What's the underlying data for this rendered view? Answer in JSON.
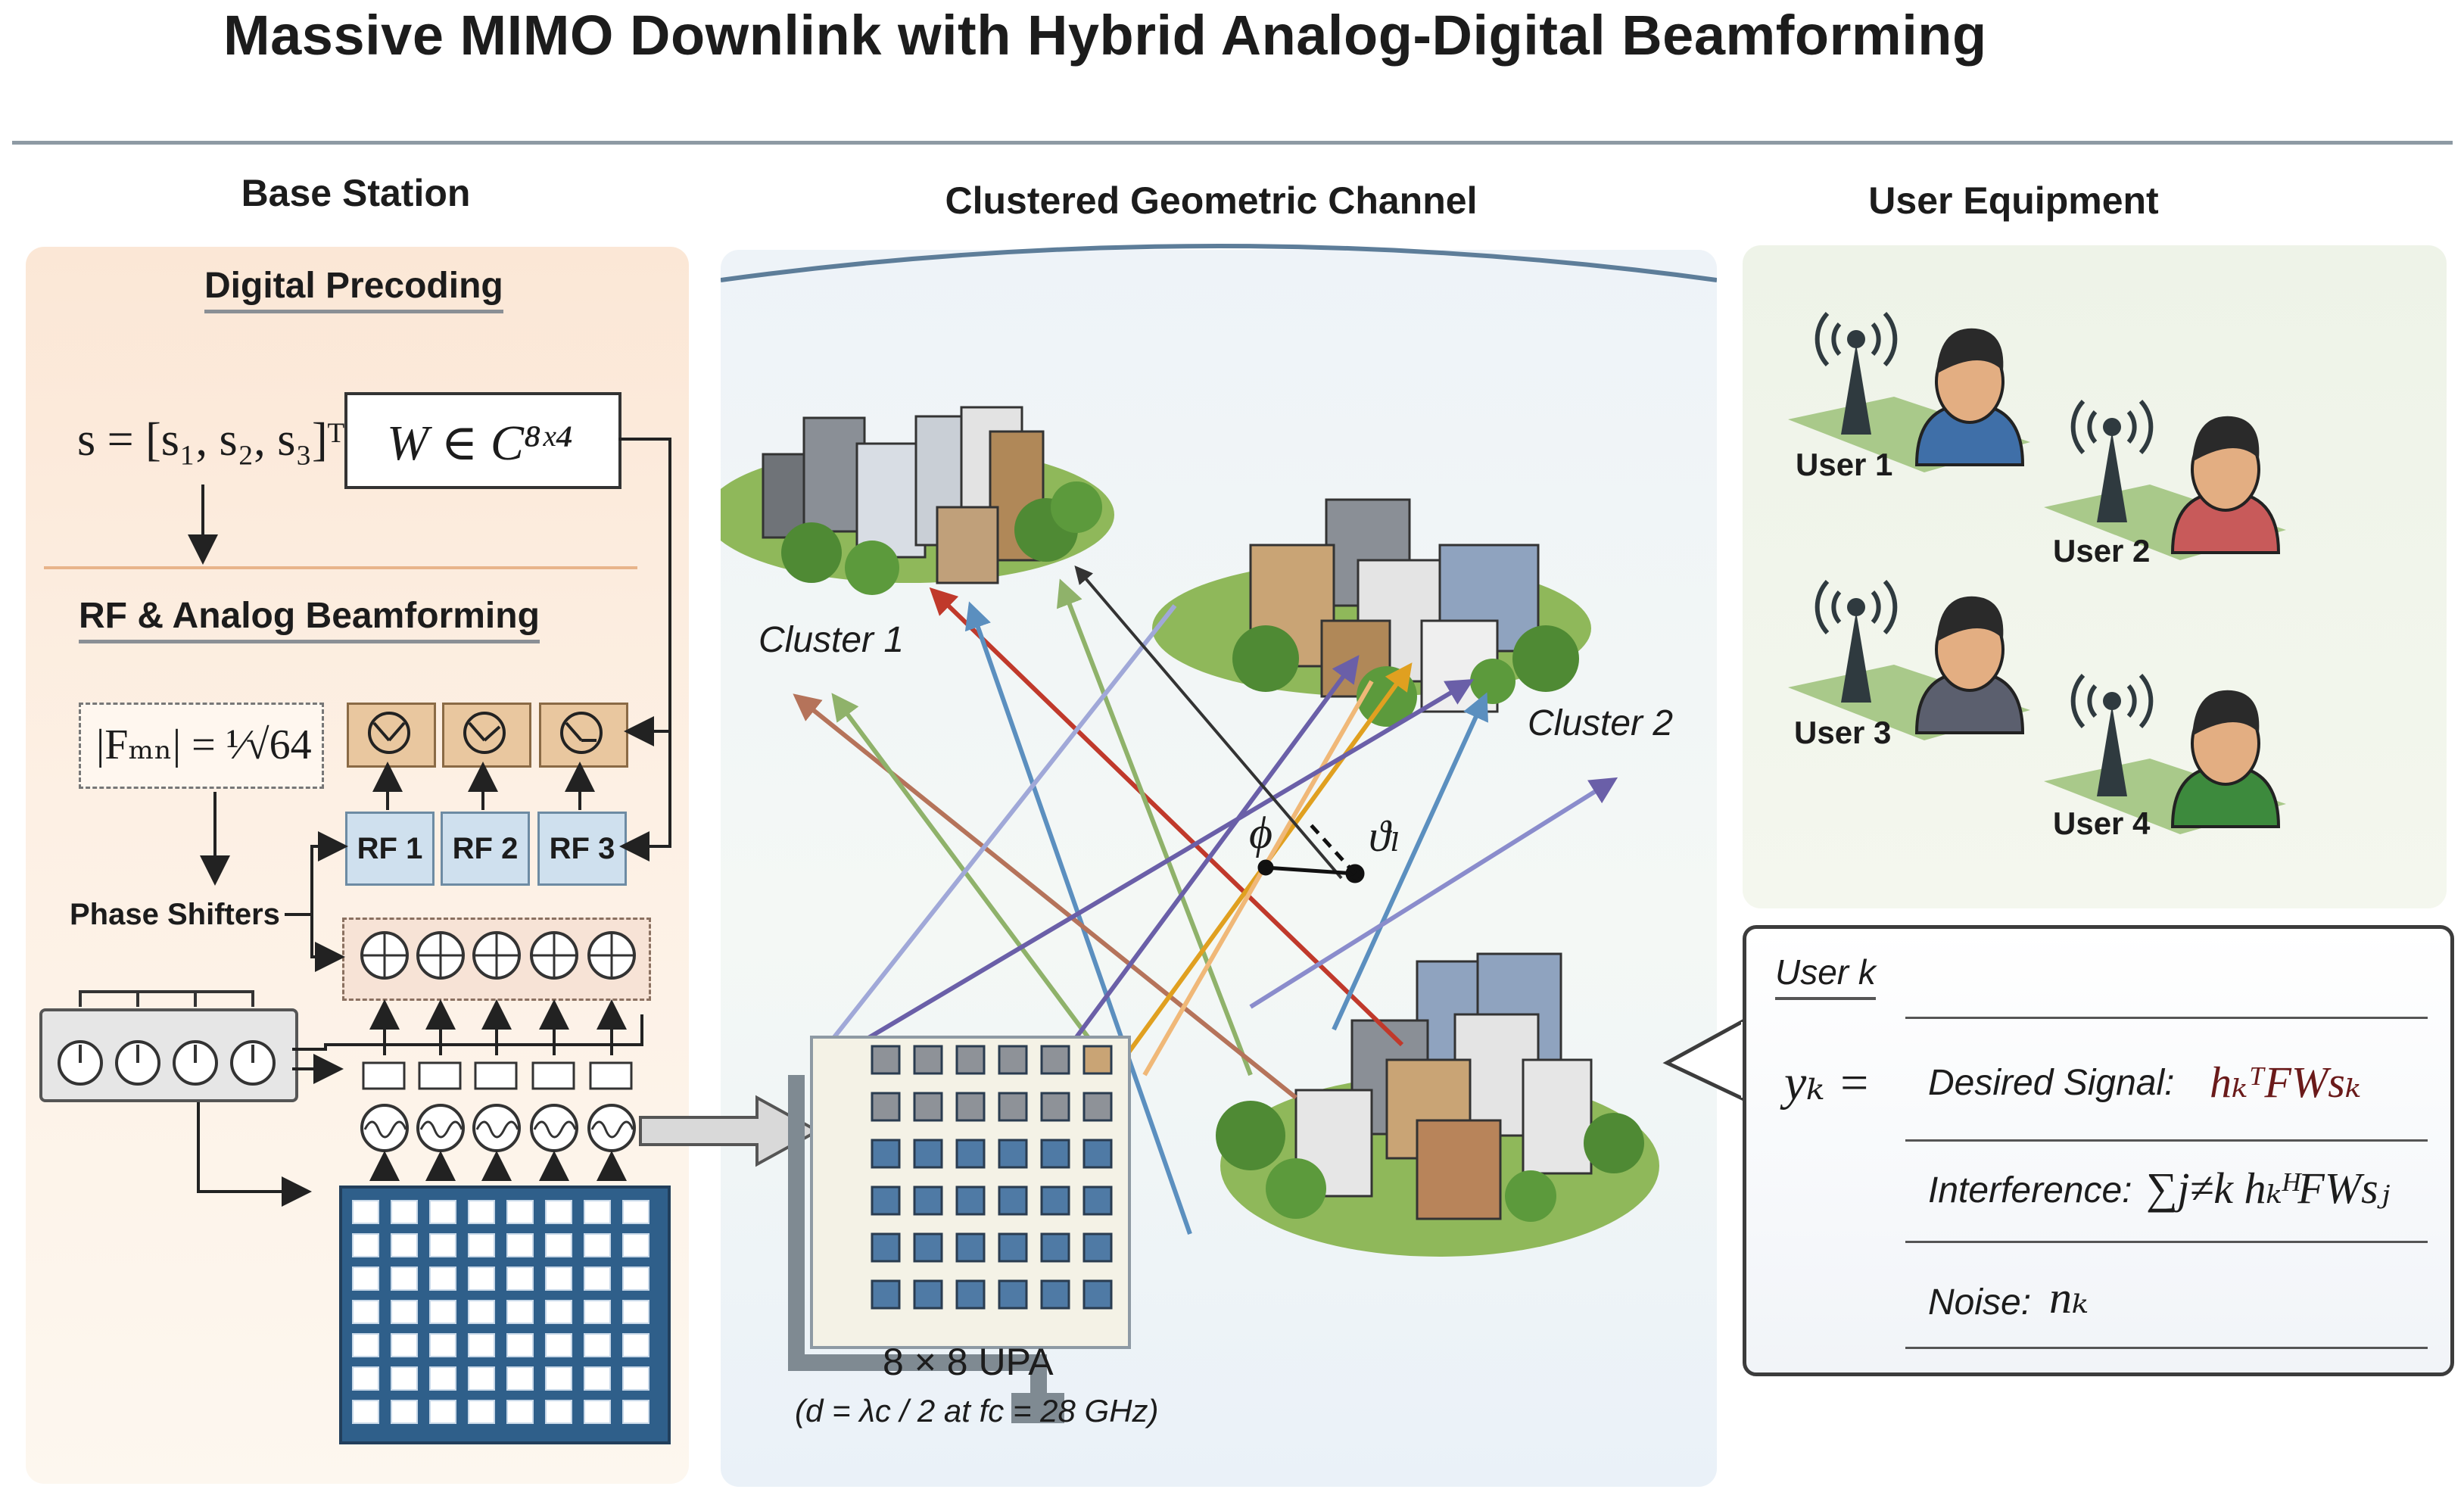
{
  "title": "Massive MIMO Downlink with Hybrid Analog-Digital Beamforming",
  "sections": {
    "base_station": "Base Station",
    "channel": "Clustered Geometric Channel",
    "user_equipment": "User Equipment"
  },
  "base_station": {
    "digital_precoding": "Digital Precoding",
    "symbol_vector": "s = [s₁, s₂, s₃]ᵀ",
    "precoder": "W ∈ C⁸ˣ⁴",
    "rf_analog": "RF & Analog Beamforming",
    "constraint": "|Fₘₙ| = ¹⁄√64",
    "phase_shifters": "Phase Shifters",
    "rf_chains": [
      "RF 1",
      "RF 2",
      "RF 3"
    ]
  },
  "channel": {
    "clusters": [
      "Cluster 1",
      "Cluster 2"
    ],
    "angle_phi": "ϕ",
    "angle_theta": "ϑₗ",
    "array_label": "8 × 8 UPA",
    "array_spec": "(d = λc / 2 at fc = 28 GHz)"
  },
  "users": [
    "User 1",
    "User 2",
    "User 3",
    "User 4"
  ],
  "user_k_box": {
    "title": "User k",
    "lhs": "yₖ =",
    "desired_label": "Desired Signal:",
    "desired_expr": "hₖᵀFWsₖ",
    "interference_label": "Interference:",
    "interference_expr": "∑j≠k hₖᴴFWsⱼ",
    "noise_label": "Noise:",
    "noise_expr": "nₖ"
  },
  "colors": {
    "panel_bs": "#fbe7d6",
    "panel_channel": "#eef3f8",
    "panel_ue": "#eef3e8",
    "rf_box": "#cfe0ee",
    "array_blue": "#4f7aa5",
    "ray_colors": [
      "#c0392b",
      "#5b8fbf",
      "#8fb26a",
      "#b5735a",
      "#e0a020",
      "#6a5fa8",
      "#333333"
    ]
  }
}
